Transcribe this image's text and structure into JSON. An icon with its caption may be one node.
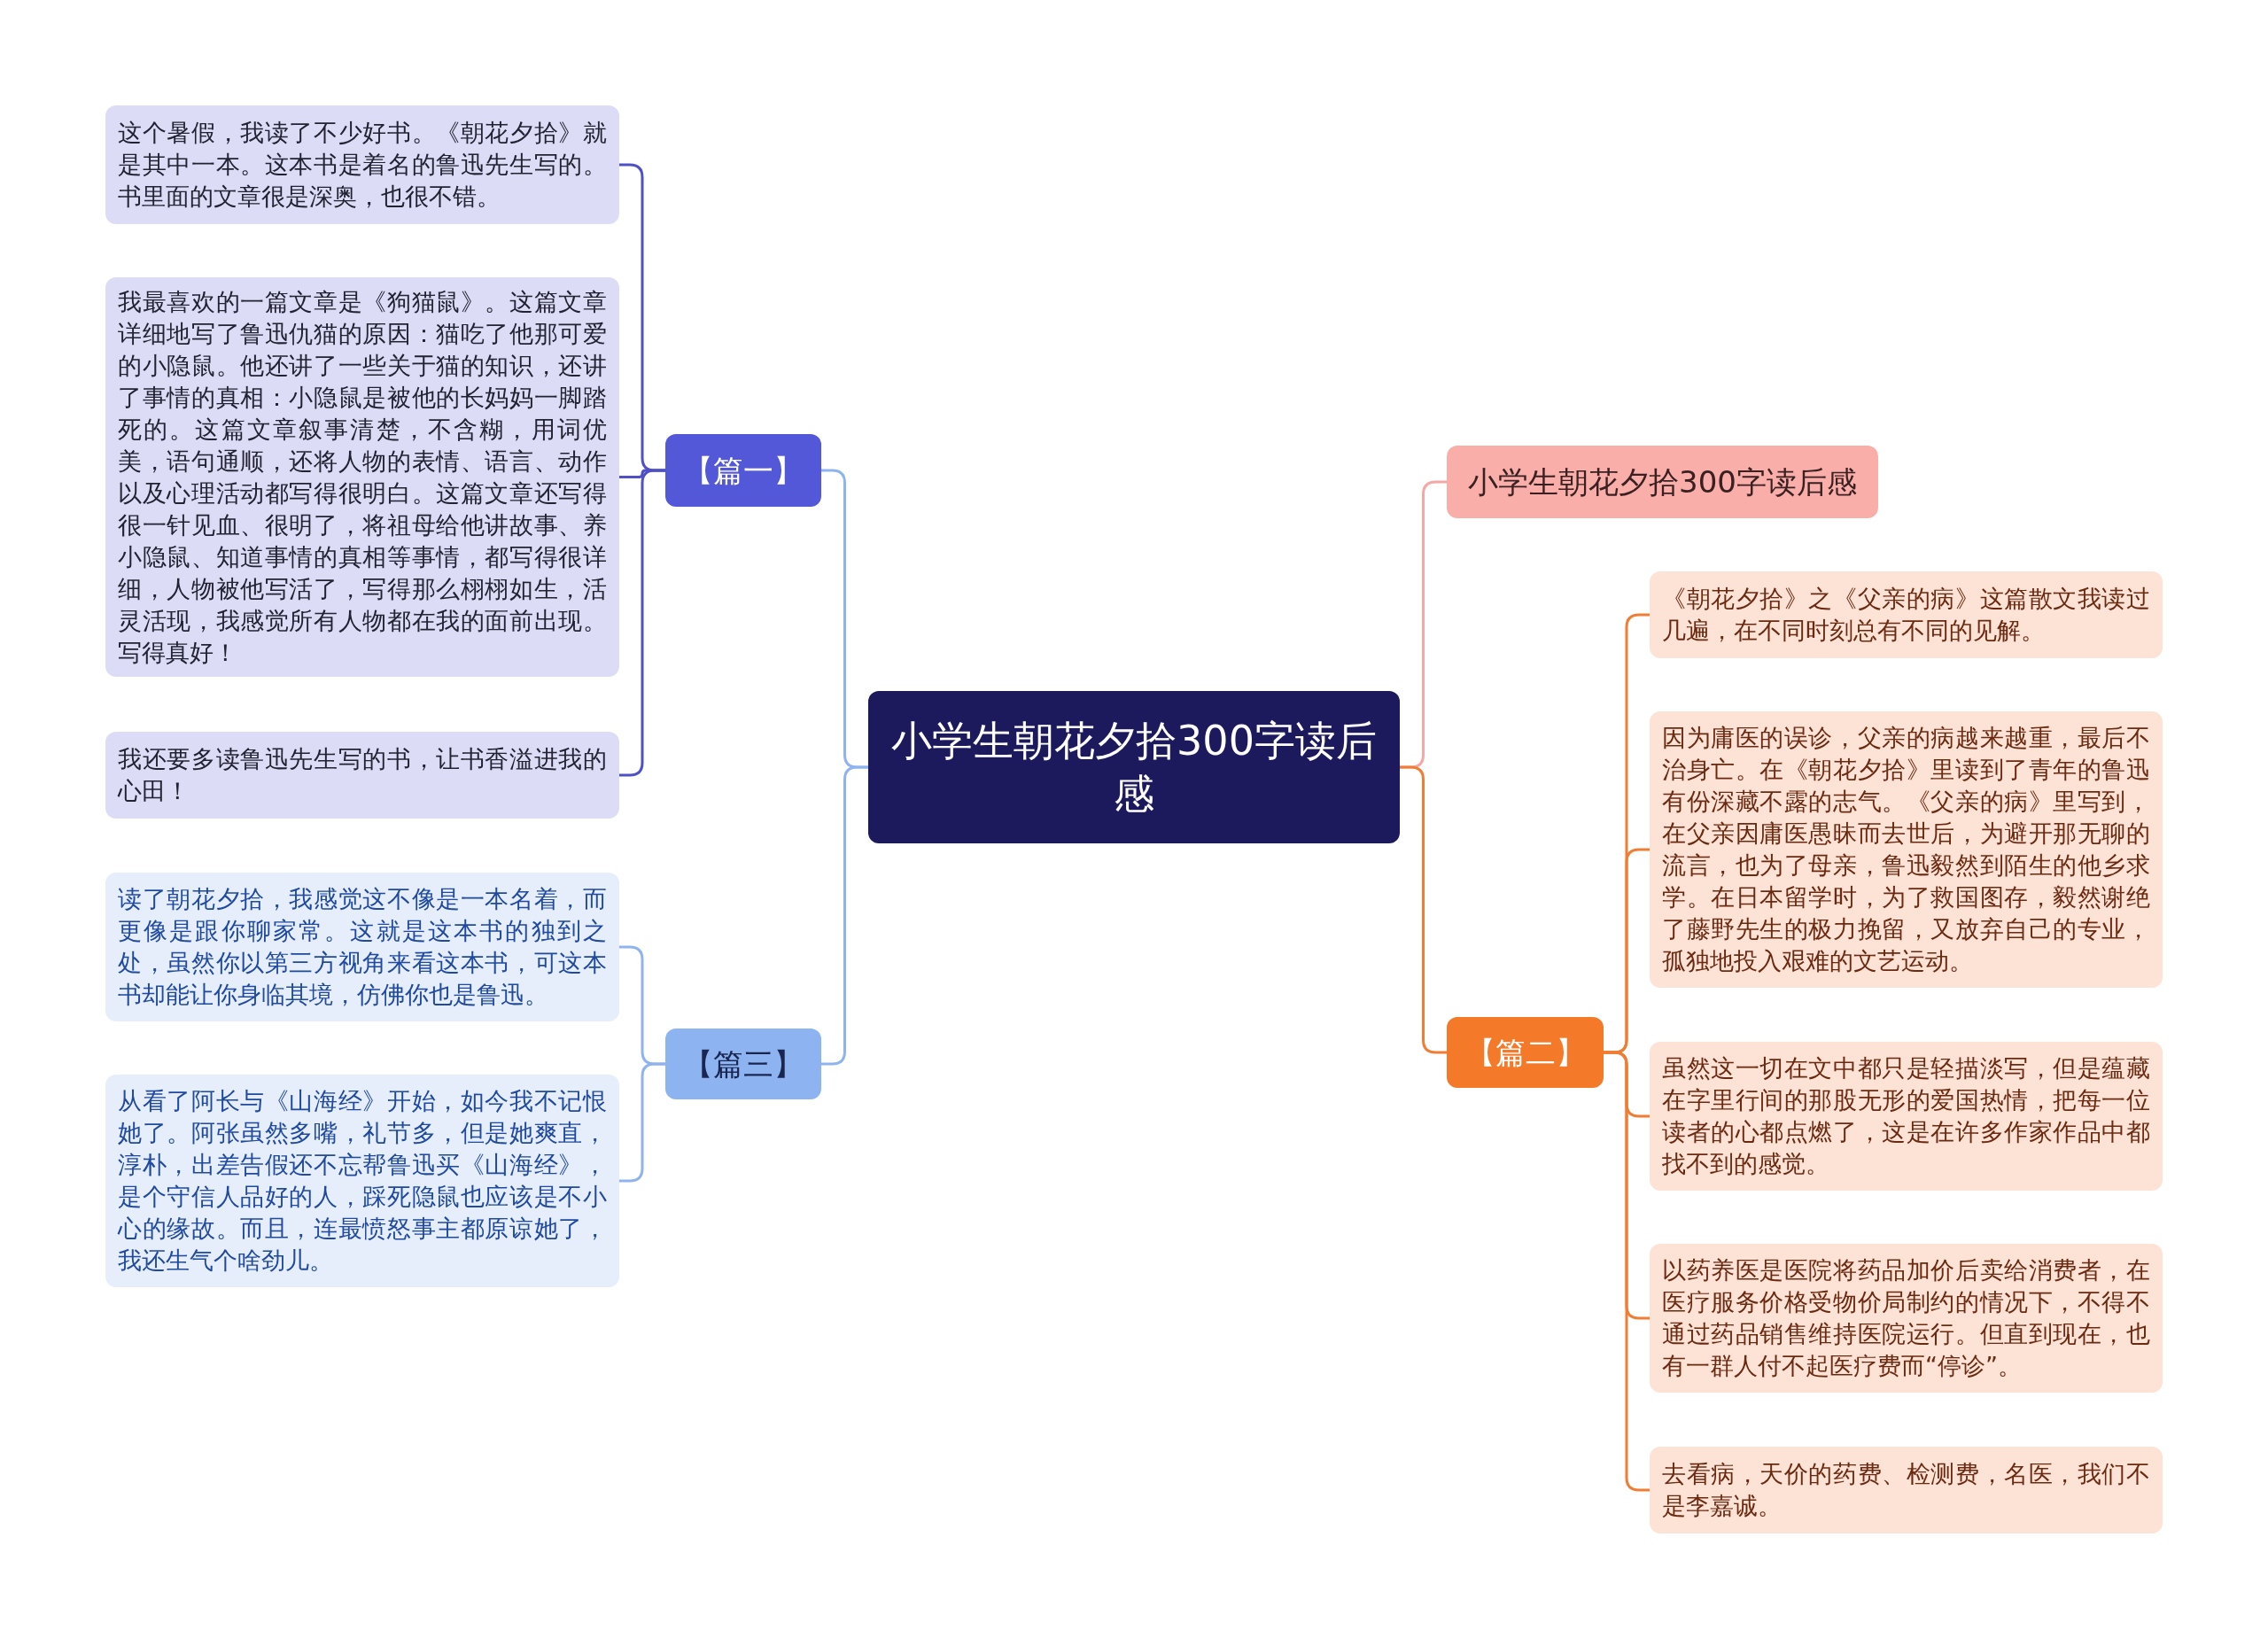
{
  "diagram": {
    "nodes": [
      {
        "text": [
          "小学生朝花夕拾300字读后感"
        ]
      },
      {
        "text": [
          "【篇一】"
        ]
      },
      {
        "text": [
          "这个暑假，我读了不少好书。《朝花夕拾》就是其中一本。这本书是着名的鲁迅先生写的。书里面的文章很是深奥，也很不错。"
        ]
      },
      {
        "text": [
          "我最喜欢的一篇文章是《狗猫鼠》。这篇文章详细地写了鲁迅仇猫的原因：猫吃了他那可爱的小隐鼠。他还讲了一些关于猫的知识，还讲了事情的真相：小隐鼠是被他的长妈妈一脚踏死的。这篇文章叙事清楚，不含糊，用词优美，语句通顺，还将人物的表情、语言、动作以及心理活动都写得很明白。这篇文章还写得很一针见血、很明了，将祖母给他讲故事、养小隐鼠、知道事情的真相等事情，都写得很详细，人物被他写活了，写得那么栩栩如生，活灵活现，我感觉所有人物都在我的面前出现。写得真好！"
        ]
      },
      {
        "text": [
          "我还要多读鲁迅先生写的书，让书香溢进我的心田！"
        ]
      },
      {
        "text": [
          "【篇三】"
        ]
      },
      {
        "text": [
          "读了朝花夕拾，我感觉这不像是一本名着，而更像是跟你聊家常。这就是这本书的独到之处，虽然你以第三方视角来看这本书，可这本书却能让你身临其境，仿佛你也是鲁迅。"
        ]
      },
      {
        "text": [
          "从看了阿长与《山海经》开始，如今我不记恨她了。阿张虽然多嘴，礼节多，但是她爽直，淳朴，出差告假还不忘帮鲁迅买《山海经》，是个守信人品好的人，踩死隐鼠也应该是不小心的缘故。而且，连最愤怒事主都原谅她了，我还生气个啥劲儿。"
        ]
      },
      {
        "text": [
          "小学生朝花夕拾300字读后感"
        ]
      },
      {
        "text": [
          "【篇二】"
        ]
      },
      {
        "text": [
          "《朝花夕拾》之《父亲的病》这篇散文我读过几遍，在不同时刻总有不同的见解。"
        ]
      },
      {
        "text": [
          "因为庸医的误诊，父亲的病越来越重，最后不治身亡。在《朝花夕拾》里读到了青年的鲁迅有份深藏不露的志气。《父亲的病》里写到，在父亲因庸医愚昧而去世后，为避开那无聊的流言，也为了母亲，鲁迅毅然到陌生的他乡求学。在日本留学时，为了救国图存，毅然谢绝了藤野先生的极力挽留，又放弃自己的专业，孤独地投入艰难的文艺运动。"
        ]
      },
      {
        "text": [
          "虽然这一切在文中都只是轻描淡写，但是蕴藏在字里行间的那股无形的爱国热情，把每一位读者的心都点燃了，这是在许多作家作品中都找不到的感觉。"
        ]
      },
      {
        "text": [
          "以药养医是医院将药品加价后卖给消费者，在医疗服务价格受物价局制约的情况下，不得不通过药品销售维持医院运行。但直到现在，也有一群人付不起医疗费而“停诊”。"
        ]
      },
      {
        "text": [
          "去看病，天价的药费、检测费，名医，我们不是李嘉诚。"
        ]
      }
    ],
    "edges": [
      {
        "from": 0,
        "to": 1,
        "arrow": "none",
        "color": "#8fb3ee"
      },
      {
        "from": 1,
        "to": 2,
        "arrow": "none",
        "color": "#4f50c6"
      },
      {
        "from": 1,
        "to": 3,
        "arrow": "none",
        "color": "#4f50c6"
      },
      {
        "from": 1,
        "to": 4,
        "arrow": "none",
        "color": "#4f50c6"
      },
      {
        "from": 0,
        "to": 5,
        "arrow": "none",
        "color": "#8fb3ee"
      },
      {
        "from": 5,
        "to": 6,
        "arrow": "none",
        "color": "#8fb3ee"
      },
      {
        "from": 5,
        "to": 7,
        "arrow": "none",
        "color": "#8fb3ee"
      },
      {
        "from": 0,
        "to": 8,
        "arrow": "none",
        "color": "#f4a7a5"
      },
      {
        "from": 0,
        "to": 9,
        "arrow": "none"
      },
      {
        "from": 9,
        "to": 10,
        "arrow": "none"
      },
      {
        "from": 9,
        "to": 11,
        "arrow": "none"
      },
      {
        "from": 9,
        "to": 12,
        "arrow": "none"
      },
      {
        "from": 9,
        "to": 13,
        "arrow": "none"
      },
      {
        "from": 9,
        "to": 14,
        "arrow": "none"
      }
    ]
  }
}
